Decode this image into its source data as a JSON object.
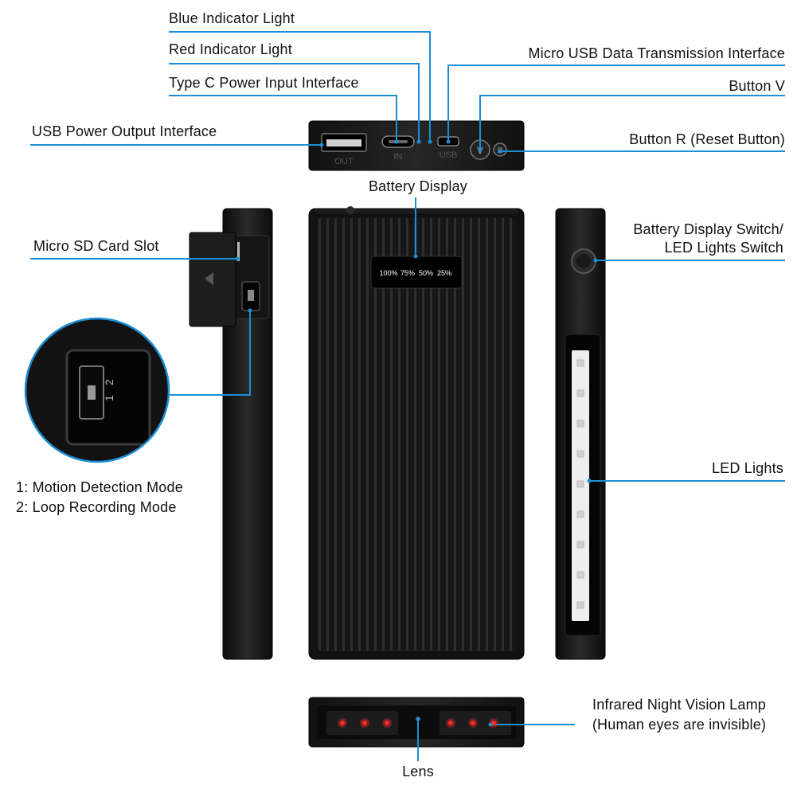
{
  "labels": {
    "blue_indicator": "Blue Indicator Light",
    "red_indicator": "Red Indicator Light",
    "type_c": "Type C Power Input Interface",
    "usb_output": "USB Power Output Interface",
    "micro_usb": "Micro USB Data Transmission Interface",
    "button_v": "Button V",
    "button_r": "Button R (Reset Button)",
    "battery_display": "Battery Display",
    "micro_sd": "Micro SD Card Slot",
    "switch_line1": "Battery Display Switch/",
    "switch_line2": "LED Lights Switch",
    "led_lights": "LED Lights",
    "mode_1": "1: Motion Detection Mode",
    "mode_2": "2: Loop Recording Mode",
    "ir_line1": "Infrared Night Vision Lamp",
    "ir_line2": "(Human eyes are invisible)",
    "lens": "Lens"
  },
  "device_markings": {
    "out": "OUT",
    "in": "IN",
    "usb": "USB",
    "button_v": "V",
    "button_r": "R",
    "switch_1": "1",
    "switch_2": "2"
  },
  "battery_levels": [
    "100%",
    "75%",
    "50%",
    "25%"
  ],
  "colors": {
    "callout_line": "#1b8fd6",
    "device_body": "#1a1a1a",
    "ir_led": "#ff2a2a",
    "display_text": "#ffffff"
  }
}
